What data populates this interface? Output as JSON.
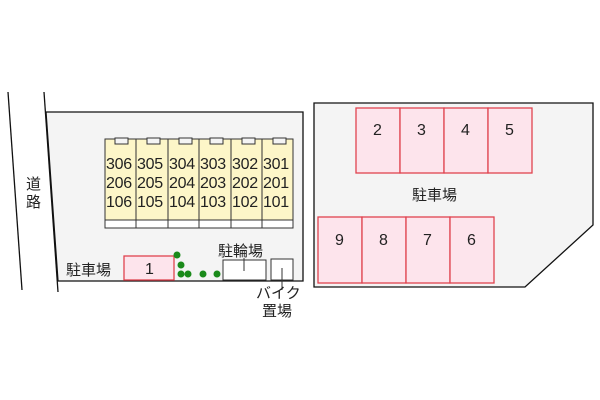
{
  "labels": {
    "road": [
      "道",
      "路"
    ],
    "parking_main": "駐車場",
    "parking_left": "駐車場",
    "bicycle_parking": "駐輪場",
    "bike_parking": [
      "バイク",
      "置場"
    ]
  },
  "building": {
    "columns": [
      {
        "rooms": [
          "306",
          "206",
          "106"
        ]
      },
      {
        "rooms": [
          "305",
          "205",
          "105"
        ]
      },
      {
        "rooms": [
          "304",
          "204",
          "104"
        ]
      },
      {
        "rooms": [
          "303",
          "203",
          "103"
        ]
      },
      {
        "rooms": [
          "302",
          "202",
          "102"
        ]
      },
      {
        "rooms": [
          "301",
          "201",
          "101"
        ]
      }
    ]
  },
  "parking_spaces": {
    "left": [
      "1"
    ],
    "right_top": [
      "2",
      "3",
      "4",
      "5"
    ],
    "right_bottom": [
      "9",
      "8",
      "7",
      "6"
    ]
  },
  "colors": {
    "lot_fill": "#f4f4f4",
    "building_fill": "#fdf6c8",
    "space_fill": "#fde4ec",
    "space_border": "#e0434f",
    "tree": "#1a8a1a",
    "line": "#111111"
  }
}
